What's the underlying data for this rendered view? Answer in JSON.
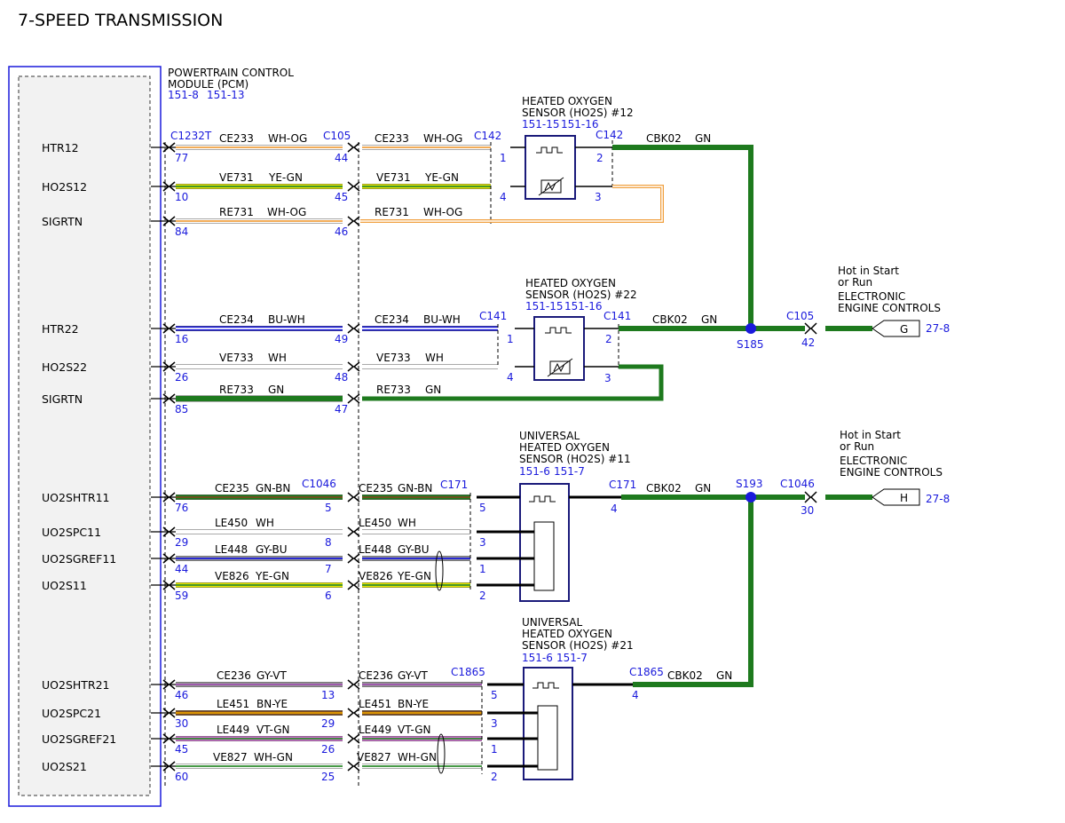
{
  "title": "7-SPEED TRANSMISSION",
  "pcm": {
    "line1": "POWERTRAIN CONTROL",
    "line2": "MODULE (PCM)",
    "ref1": "151-8",
    "ref2": "151-13"
  },
  "connectors": {
    "c1232t": "C1232T",
    "c105": "C105",
    "c142a": "C142",
    "c142b": "C142",
    "c141a": "C141",
    "c141b": "C141",
    "c1046a": "C1046",
    "c171a": "C171",
    "c171b": "C171",
    "c1046b": "C1046",
    "c1865a": "C1865",
    "c1865b": "C1865",
    "c105b": "C105",
    "s185": "S185",
    "s193": "S193"
  },
  "sensors": [
    {
      "l1": "HEATED OXYGEN",
      "l2": "SENSOR (HO2S) #12",
      "l3": "",
      "r1": "151-15",
      "r2": "151-16"
    },
    {
      "l1": "HEATED OXYGEN",
      "l2": "SENSOR (HO2S) #22",
      "l3": "",
      "r1": "151-15",
      "r2": "151-16"
    },
    {
      "l1": "UNIVERSAL",
      "l2": "HEATED OXYGEN",
      "l3": "SENSOR (HO2S) #11",
      "r1": "151-6",
      "r2": "151-7"
    },
    {
      "l1": "UNIVERSAL",
      "l2": "HEATED OXYGEN",
      "l3": "SENSOR (HO2S) #21",
      "r1": "151-6",
      "r2": "151-7"
    }
  ],
  "power": [
    {
      "l1": "Hot in Start",
      "l2": "or Run",
      "l3": "ELECTRONIC",
      "l4": "ENGINE CONTROLS",
      "letter": "G",
      "ref": "27-8",
      "pin": "42"
    },
    {
      "l1": "Hot in Start",
      "l2": "or Run",
      "l3": "ELECTRONIC",
      "l4": "ENGINE CONTROLS",
      "letter": "H",
      "ref": "27-8",
      "pin": "30"
    }
  ],
  "cbk": {
    "circuit": "CBK02",
    "color": "GN"
  },
  "signals": [
    {
      "name": "HTR12",
      "circuit": "CE233",
      "color": "WH-OG",
      "pcm_pin": "77",
      "mid_pin": "44",
      "sens_pin": "1",
      "colors": [
        "#ffffff",
        "#f0a040"
      ]
    },
    {
      "name": "HO2S12",
      "circuit": "VE731",
      "color": "YE-GN",
      "pcm_pin": "10",
      "mid_pin": "45",
      "sens_pin": "4",
      "colors": [
        "#e8e800",
        "#2e8b2e"
      ]
    },
    {
      "name": "SIGRTN",
      "circuit": "RE731",
      "color": "WH-OG",
      "pcm_pin": "84",
      "mid_pin": "46",
      "sens_pin": "3",
      "colors": [
        "#ffffff",
        "#f0a040"
      ]
    },
    {
      "name": "HTR22",
      "circuit": "CE234",
      "color": "BU-WH",
      "pcm_pin": "16",
      "mid_pin": "49",
      "sens_pin": "1",
      "colors": [
        "#1a1adc",
        "#ffffff"
      ]
    },
    {
      "name": "HO2S22",
      "circuit": "VE733",
      "color": "WH",
      "pcm_pin": "26",
      "mid_pin": "48",
      "sens_pin": "4",
      "colors": [
        "#ffffff",
        "#ffffff"
      ]
    },
    {
      "name": "SIGRTN",
      "circuit": "RE733",
      "color": "GN",
      "pcm_pin": "85",
      "mid_pin": "47",
      "sens_pin": "3",
      "colors": [
        "#1e7a1e",
        "#1e7a1e"
      ]
    },
    {
      "name": "UO2SHTR11",
      "circuit": "CE235",
      "color": "GN-BN",
      "pcm_pin": "76",
      "mid_pin": "5",
      "sens_pin": "5",
      "colors": [
        "#1e7a1e",
        "#7a4a1e"
      ]
    },
    {
      "name": "UO2SPC11",
      "circuit": "LE450",
      "color": "WH",
      "pcm_pin": "29",
      "mid_pin": "8",
      "sens_pin": "3",
      "colors": [
        "#ffffff",
        "#ffffff"
      ]
    },
    {
      "name": "UO2SGREF11",
      "circuit": "LE448",
      "color": "GY-BU",
      "pcm_pin": "44",
      "mid_pin": "7",
      "sens_pin": "1",
      "colors": [
        "#999999",
        "#1a1adc"
      ]
    },
    {
      "name": "UO2S11",
      "circuit": "VE826",
      "color": "YE-GN",
      "pcm_pin": "59",
      "mid_pin": "6",
      "sens_pin": "2",
      "colors": [
        "#e8e800",
        "#2e8b2e"
      ]
    },
    {
      "name": "UO2SHTR21",
      "circuit": "CE236",
      "color": "GY-VT",
      "pcm_pin": "46",
      "mid_pin": "13",
      "sens_pin": "5",
      "colors": [
        "#999999",
        "#a050b0"
      ]
    },
    {
      "name": "UO2SPC21",
      "circuit": "LE451",
      "color": "BN-YE",
      "pcm_pin": "30",
      "mid_pin": "29",
      "sens_pin": "3",
      "colors": [
        "#7a4a1e",
        "#e8a000"
      ]
    },
    {
      "name": "UO2SGREF21",
      "circuit": "LE449",
      "color": "VT-GN",
      "pcm_pin": "45",
      "mid_pin": "26",
      "sens_pin": "1",
      "colors": [
        "#d070d0",
        "#2e8b2e"
      ]
    },
    {
      "name": "UO2S21",
      "circuit": "VE827",
      "color": "WH-GN",
      "pcm_pin": "60",
      "mid_pin": "25",
      "sens_pin": "2",
      "colors": [
        "#ffffff",
        "#2e8b2e"
      ]
    }
  ],
  "sensor_side_pins": {
    "ho2s12": "2",
    "ho2s22": "2",
    "uho2s11": "4",
    "uho2s21": "4"
  }
}
